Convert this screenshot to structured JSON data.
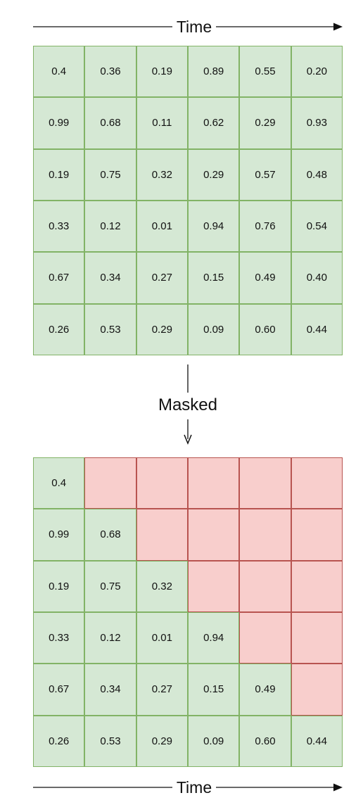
{
  "top_axis": {
    "label": "Time"
  },
  "bottom_axis": {
    "label": "Time"
  },
  "transition": {
    "label": "Masked"
  },
  "colors": {
    "visible_fill": "#d5e8d4",
    "visible_border": "#82b366",
    "masked_fill": "#f8cecc",
    "masked_border": "#b85450"
  },
  "matrix": [
    [
      "0.4",
      "0.36",
      "0.19",
      "0.89",
      "0.55",
      "0.20"
    ],
    [
      "0.99",
      "0.68",
      "0.11",
      "0.62",
      "0.29",
      "0.93"
    ],
    [
      "0.19",
      "0.75",
      "0.32",
      "0.29",
      "0.57",
      "0.48"
    ],
    [
      "0.33",
      "0.12",
      "0.01",
      "0.94",
      "0.76",
      "0.54"
    ],
    [
      "0.67",
      "0.34",
      "0.27",
      "0.15",
      "0.49",
      "0.40"
    ],
    [
      "0.26",
      "0.53",
      "0.29",
      "0.09",
      "0.60",
      "0.44"
    ]
  ],
  "mask": "upper-triangular (cells above the diagonal hidden)"
}
